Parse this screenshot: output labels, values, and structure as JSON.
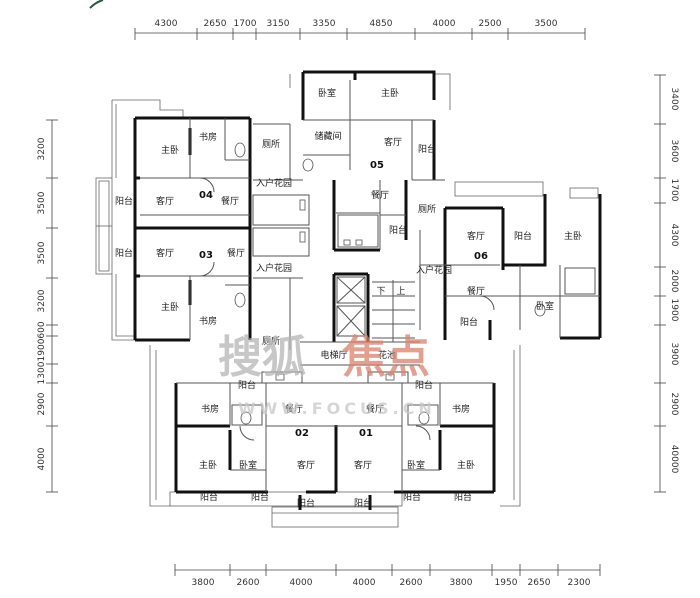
{
  "dimensions": {
    "top": [
      "4300",
      "2650",
      "1700",
      "3150",
      "3350",
      "4850",
      "4000",
      "2500",
      "3500"
    ],
    "bottom": [
      "3800",
      "2600",
      "4000",
      "4000",
      "2600",
      "3800",
      "1950",
      "2650",
      "2300"
    ],
    "left": [
      "3200",
      "3500",
      "3500",
      "3200",
      "600",
      "1900",
      "1300",
      "2900",
      "4000"
    ],
    "right": [
      "3400",
      "3600",
      "1700",
      "4300",
      "2000",
      "1900",
      "3900",
      "2900",
      "40000"
    ]
  },
  "units": {
    "u04": "04",
    "u03": "03",
    "u05": "05",
    "u06": "06",
    "u02": "02",
    "u01": "01"
  },
  "rooms": {
    "u04_bed": "主卧",
    "u04_study": "书房",
    "u04_bal": "阳台",
    "u04_living": "客厅",
    "u04_dining": "餐厅",
    "u03_bal": "阳台",
    "u03_living": "客厅",
    "u03_dining": "餐厅",
    "u03_bed": "主卧",
    "u03_study": "书房",
    "u43_toilet1": "厕所",
    "u43_garden1": "入户花园",
    "u43_garden2": "入户花园",
    "u43_toilet2": "厕所",
    "u05_bedroom": "卧室",
    "u05_master": "主卧",
    "u05_storage": "储藏间",
    "u05_living": "客厅",
    "u05_bal1": "阳台",
    "u05_dining": "餐厅",
    "u05_toilet": "厕所",
    "u05_bal2": "阳台",
    "u06_living": "客厅",
    "u06_bal": "阳台",
    "u06_master": "主卧",
    "u06_garden": "入户花园",
    "u06_dining": "餐厅",
    "u06_bedroom": "卧室",
    "u06_bal2": "阳台",
    "core_down": "下",
    "core_up": "上",
    "core_lobby": "电梯厅",
    "core_flower": "花池",
    "u02_bal": "阳台",
    "u02_study": "书房",
    "u02_dining": "餐厅",
    "u02_master": "主卧",
    "u02_bedroom": "卧室",
    "u02_living": "客厅",
    "u02_bal2": "阳台",
    "u02_bal3": "阳台",
    "u02_bal4": "阳台",
    "u01_bal": "阳台",
    "u01_dining": "餐厅",
    "u01_study": "书房",
    "u01_living": "客厅",
    "u01_bedroom": "卧室",
    "u01_master": "主卧",
    "u01_bal2": "阳台",
    "u01_bal3": "阳台",
    "u01_bal4": "阳台"
  },
  "watermark": {
    "cn1": "搜狐",
    "cn2": "焦点",
    "url": "WWW.FOCUS.CN"
  },
  "colors": {
    "wall": "#111111",
    "thin": "#555555",
    "dim_line": "#444444",
    "watermark_gray": "#b5b5b5",
    "watermark_red": "#d9826b"
  }
}
